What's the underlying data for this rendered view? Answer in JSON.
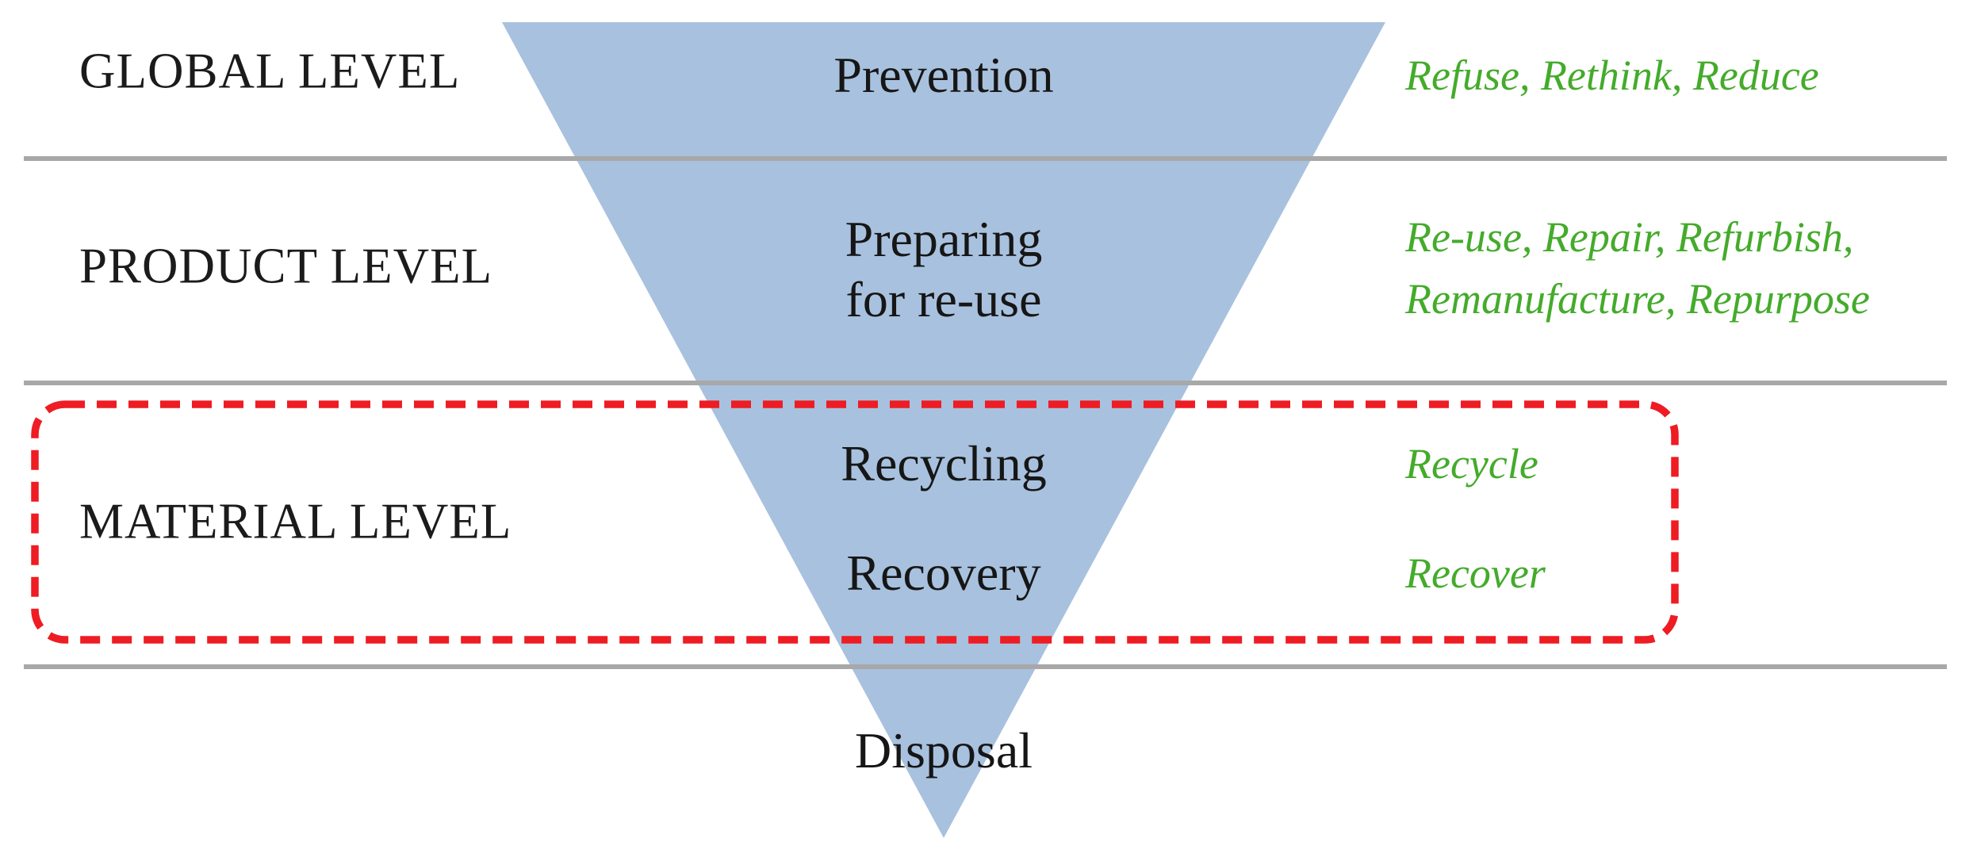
{
  "title": "Waste hierarchy funnel diagram",
  "colors": {
    "triangle_fill": "#a8c1de",
    "separator": "#a8a8a8",
    "highlight_box": "#ee1c23",
    "r_terms_green": "#44ab2b",
    "text_black": "#1b1b1b"
  },
  "levels": {
    "global": "GLOBAL LEVEL",
    "product": "PRODUCT LEVEL",
    "material": "MATERIAL LEVEL"
  },
  "stages": {
    "prevention": "Prevention",
    "preparing_line1": "Preparing",
    "preparing_line2": "for re-use",
    "recycling": "Recycling",
    "recovery": "Recovery",
    "disposal": "Disposal"
  },
  "r_terms": {
    "global": "Refuse, Rethink, Reduce",
    "product_line1": "Re-use, Repair, Refurbish,",
    "product_line2": "Remanufacture, Repurpose",
    "recycling": "Recycle",
    "recovery": "Recover"
  }
}
